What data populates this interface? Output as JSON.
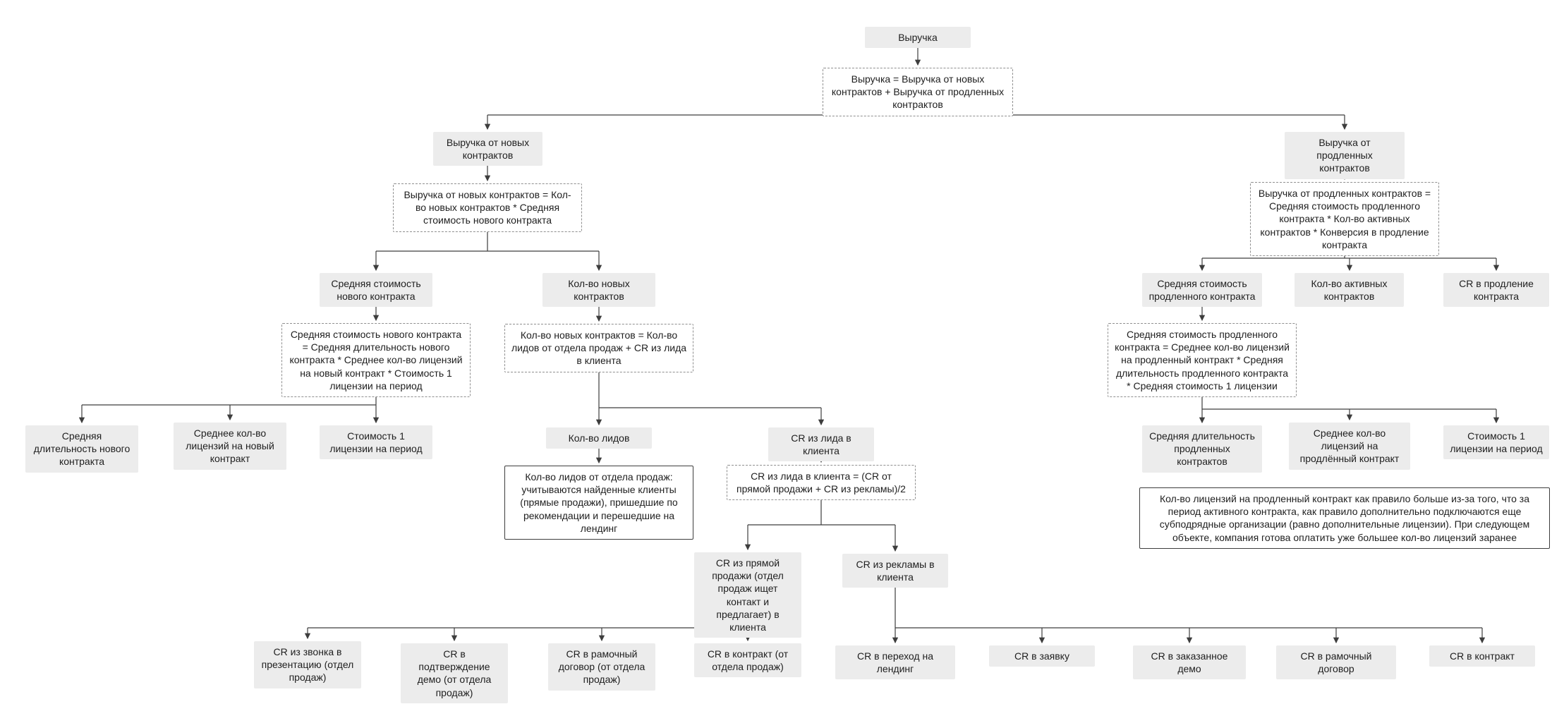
{
  "diagram": {
    "colors": {
      "canvas_bg": "#ffffff",
      "metric_bg": "#ececec",
      "formula_border": "#8f8f8f",
      "note_border": "#3d3d3d",
      "line": "#3d3d3d",
      "text": "#1e1e1e"
    },
    "nodes": [
      {
        "id": "revenue",
        "type": "metric",
        "text": "Выручка"
      },
      {
        "id": "formula-revenue",
        "type": "formula",
        "text": "Выручка = Выручка от новых контрактов + Выручка от продленных контрактов"
      },
      {
        "id": "new-contracts-revenue",
        "type": "metric",
        "text": "Выручка от новых контрактов"
      },
      {
        "id": "formula-new-contracts-revenue",
        "type": "formula",
        "text": "Выручка от новых контрактов = Кол-во новых контрактов * Средняя стоимость нового контракта"
      },
      {
        "id": "avg-new-contract-cost",
        "type": "metric",
        "text": "Средняя стоимость нового контракта"
      },
      {
        "id": "new-contracts-count",
        "type": "metric",
        "text": "Кол-во новых контрактов"
      },
      {
        "id": "formula-avg-new-contract-cost",
        "type": "formula",
        "text": "Средняя стоимость нового контракта = Средняя длительность нового контракта * Среднее кол-во лицензий на новый контракт * Стоимость 1 лицензии на период"
      },
      {
        "id": "avg-new-contract-duration",
        "type": "metric",
        "text": "Средняя длительность нового контракта"
      },
      {
        "id": "avg-licenses-per-new-contract",
        "type": "metric",
        "text": "Среднее кол-во лицензий на новый контракт"
      },
      {
        "id": "license-cost-per-period",
        "type": "metric",
        "text": "Стоимость 1 лицензии на период"
      },
      {
        "id": "formula-new-contracts-count",
        "type": "formula",
        "text": "Кол-во новых контрактов = Кол-во лидов от отдела продаж + CR из лида в клиента"
      },
      {
        "id": "leads-count",
        "type": "metric",
        "text": "Кол-во лидов"
      },
      {
        "id": "cr-lead-to-client",
        "type": "metric",
        "text": "CR из лида в клиента"
      },
      {
        "id": "note-leads-count",
        "type": "note",
        "text": "Кол-во лидов от отдела продаж: учитываются найденные клиенты (прямые продажи), пришедшие по рекомендации и перешедшие на лендинг"
      },
      {
        "id": "formula-cr-lead-to-client",
        "type": "formula",
        "text": "CR из лида в клиента = (CR от прямой продажи + CR из рекламы)/2"
      },
      {
        "id": "cr-direct-sales",
        "type": "metric",
        "text": "CR из прямой продажи (отдел продаж ищет контакт и предлагает) в клиента"
      },
      {
        "id": "cr-ads-to-client",
        "type": "metric",
        "text": "CR из рекламы в клиента"
      },
      {
        "id": "cr-call-to-presentation",
        "type": "metric",
        "text": "CR из звонка в презентацию (отдел продаж)"
      },
      {
        "id": "cr-demo-confirmation",
        "type": "metric",
        "text": "CR в подтверждение демо (от отдела продаж)"
      },
      {
        "id": "cr-frame-contract-sales",
        "type": "metric",
        "text": "CR в рамочный договор (от отдела продаж)"
      },
      {
        "id": "cr-contract-sales",
        "type": "metric",
        "text": "CR в контракт (от отдела продаж)"
      },
      {
        "id": "cr-landing-visit",
        "type": "metric",
        "text": "CR в переход на лендинг"
      },
      {
        "id": "cr-application",
        "type": "metric",
        "text": "CR в заявку"
      },
      {
        "id": "cr-ordered-demo",
        "type": "metric",
        "text": "CR в заказанное демо"
      },
      {
        "id": "cr-frame-contract-ads",
        "type": "metric",
        "text": "CR в рамочный договор"
      },
      {
        "id": "cr-contract-ads",
        "type": "metric",
        "text": "CR в контракт"
      },
      {
        "id": "renewed-contracts-revenue",
        "type": "metric",
        "text": "Выручка от продленных контрактов"
      },
      {
        "id": "formula-renewed-contracts-revenue",
        "type": "formula",
        "text": "Выручка от продленных контрактов = Средняя стоимость продленного контракта * Кол-во активных контрактов * Конверсия в продление контракта"
      },
      {
        "id": "avg-renewed-contract-cost",
        "type": "metric",
        "text": "Средняя стоимость продленного контракта"
      },
      {
        "id": "active-contracts-count",
        "type": "metric",
        "text": "Кол-во активных контрактов"
      },
      {
        "id": "cr-contract-renewal",
        "type": "metric",
        "text": "CR в продление контракта"
      },
      {
        "id": "formula-avg-renewed-contract-cost",
        "type": "formula",
        "text": "Средняя стоимость продленного контракта = Среднее кол-во лицензий на продленный контракт * Средняя длительность продленного контракта * Средняя стоимость 1 лицензии"
      },
      {
        "id": "avg-renewed-contract-duration",
        "type": "metric",
        "text": "Средняя длительность продленных контрактов"
      },
      {
        "id": "avg-licenses-per-renewed-contract",
        "type": "metric",
        "text": "Среднее кол-во лицензий на продлённый контракт"
      },
      {
        "id": "license-cost-per-period-renewed",
        "type": "metric",
        "text": "Стоимость 1 лицензии на период"
      },
      {
        "id": "note-renewed-licenses",
        "type": "note",
        "text": "Кол-во лицензий на продленный контракт как правило больше из-за того, что за период активного контракта, как правило дополнительно подключаются еще субподрядные организации (равно дополнительные лицензии). При следующем объекте, компания готова оплатить уже большее кол-во лицензий заранее"
      }
    ]
  }
}
